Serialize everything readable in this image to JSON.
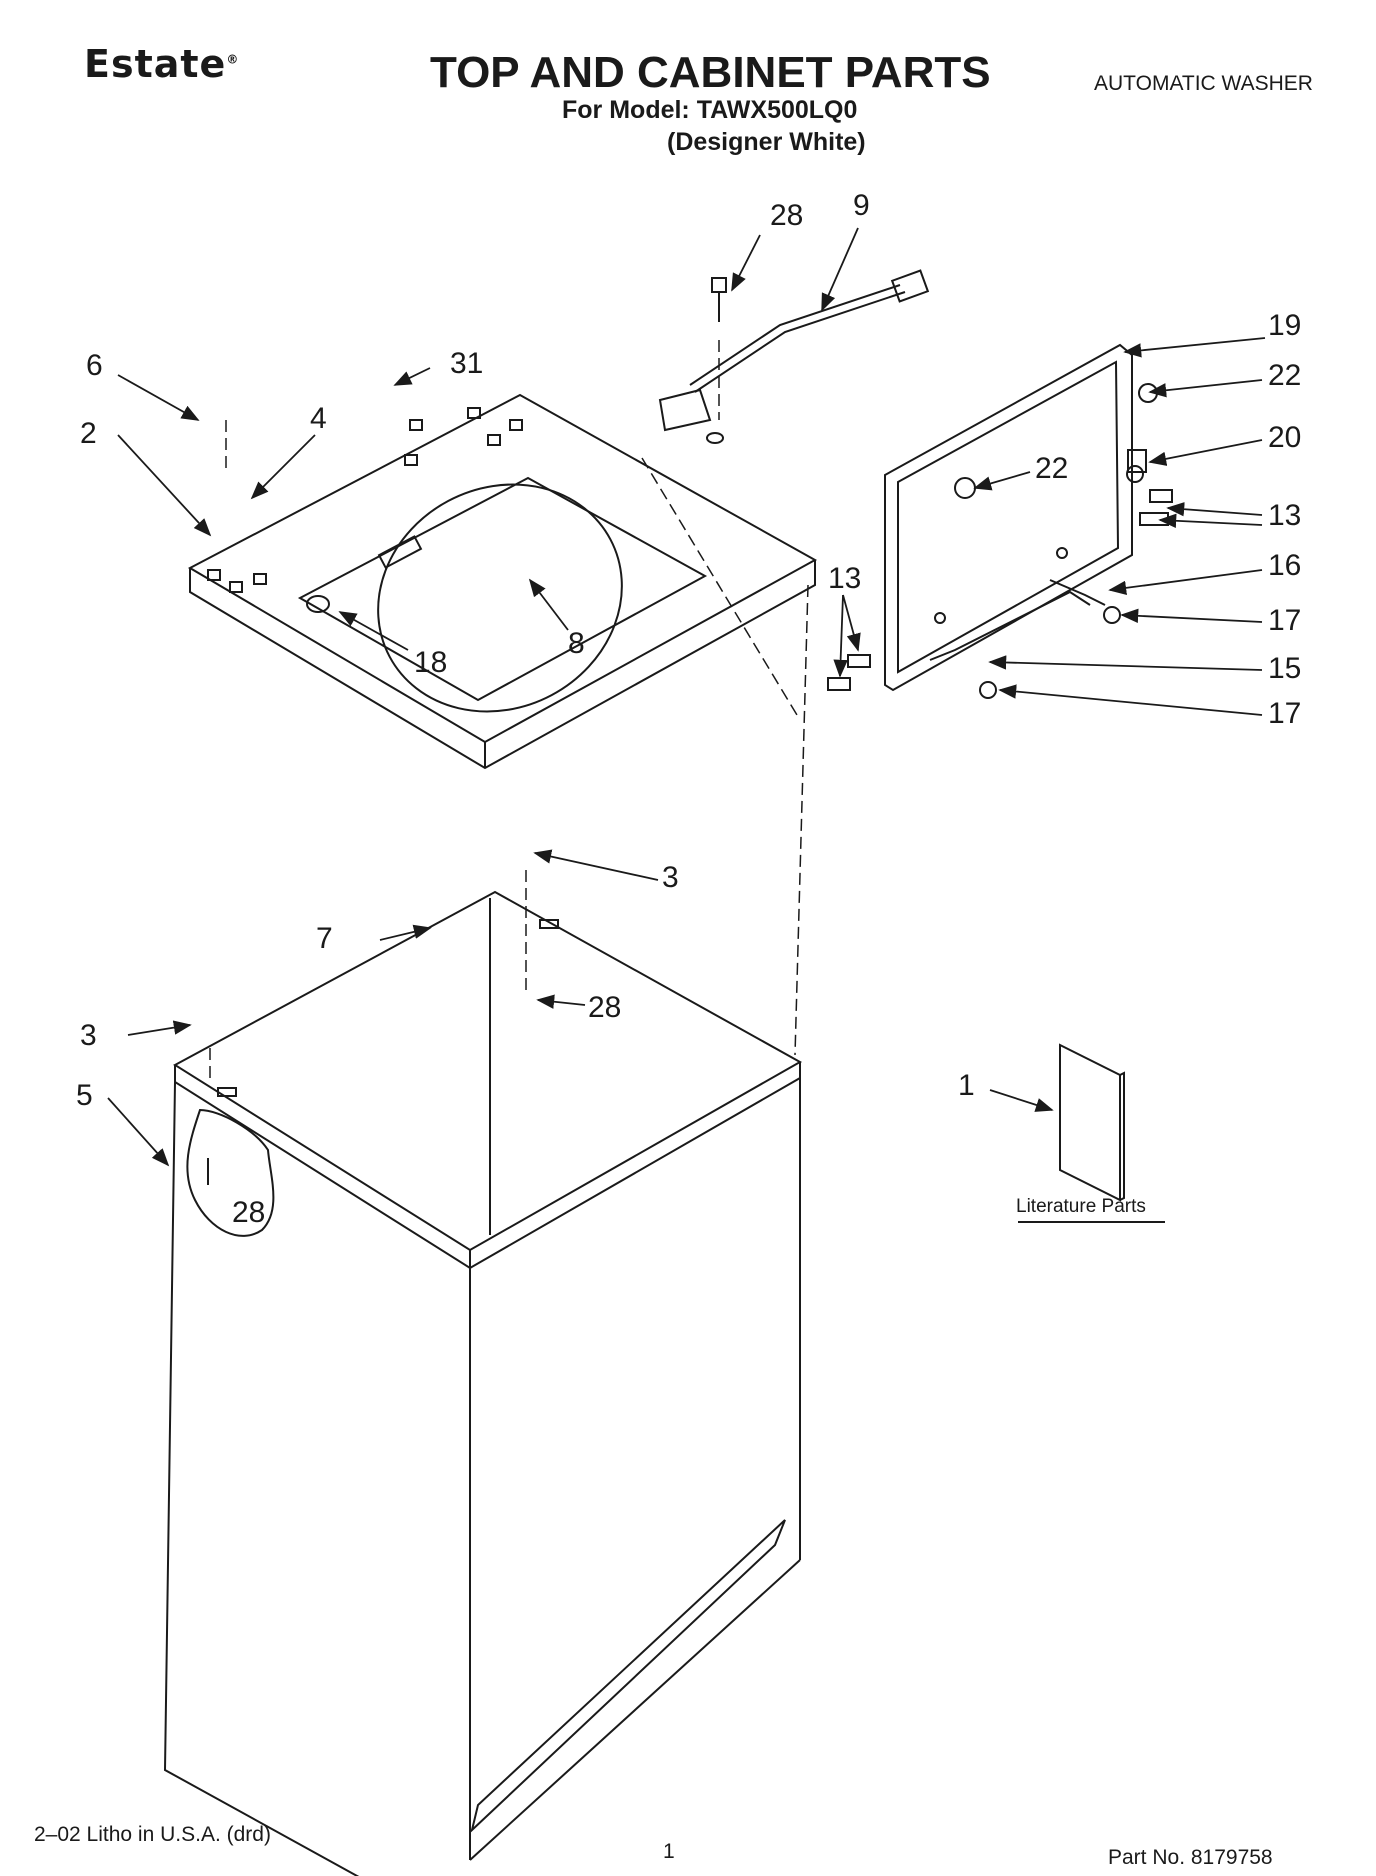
{
  "header": {
    "brand": "Estate",
    "brand_mark": "®",
    "title": "TOP AND CABINET PARTS",
    "model_line": "For Model: TAWX500LQ0",
    "color_line": "(Designer White)",
    "category": "AUTOMATIC WASHER"
  },
  "callouts": [
    "28",
    "9",
    "19",
    "22",
    "6",
    "31",
    "2",
    "4",
    "20",
    "22",
    "13",
    "13",
    "16",
    "17",
    "13",
    "15",
    "17",
    "18",
    "8",
    "3",
    "7",
    "28",
    "3",
    "5",
    "28",
    "1"
  ],
  "literature_label": "Literature Parts",
  "footer": {
    "litho": "2–02 Litho in U.S.A. (drd)",
    "page": "1",
    "part_no": "Part No. 8179758"
  }
}
